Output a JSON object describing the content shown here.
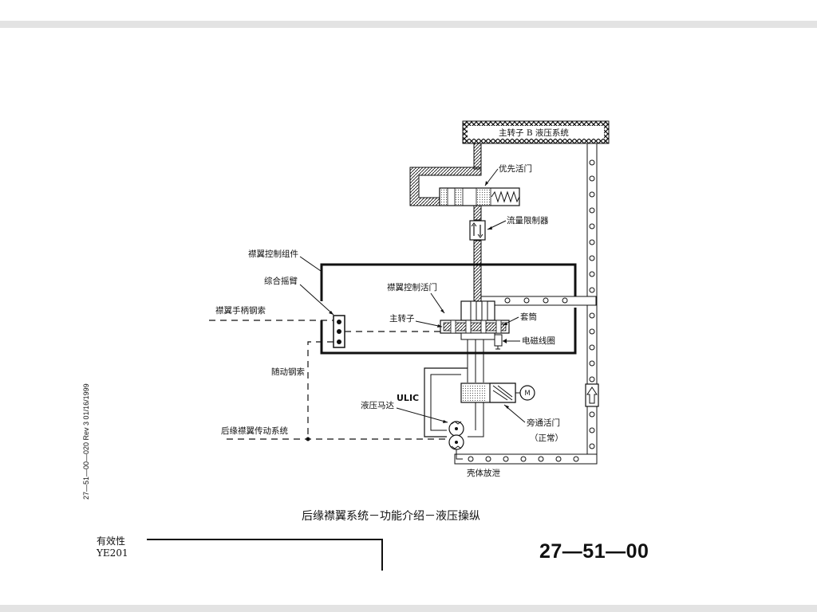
{
  "diagram": {
    "labels": {
      "hydraulic_system_b": "主转子 B 液压系统",
      "priority_valve": "优先活门",
      "flow_limiter": "流量限制器",
      "flap_control_unit": "襟翼控制组件",
      "summing_lever": "综合摇臂",
      "flap_control_valve": "襟翼控制活门",
      "flap_handle_cable": "襟翼手柄钢索",
      "main_rotor": "主转子",
      "sleeve": "套筒",
      "solenoid": "电磁线圈",
      "follow_up_cable": "随动钢索",
      "hydraulic_fragment": "ULIC",
      "motor_symbol": "M",
      "hydraulic_motor": "液压马达",
      "bypass_valve": "旁通活门",
      "bypass_normal": "（正常）",
      "te_flap_drive": "后缘襟翼传动系统",
      "case_drain": "壳体放泄"
    },
    "caption": "后缘襟翼系统－功能介绍－液压操纵"
  },
  "footer": {
    "effectivity_label": "有效性",
    "effectivity_code": "YE201",
    "page_number": "27—51—00",
    "doc_ref": "27—51—00—020 Rev 3 01/16/1999"
  }
}
